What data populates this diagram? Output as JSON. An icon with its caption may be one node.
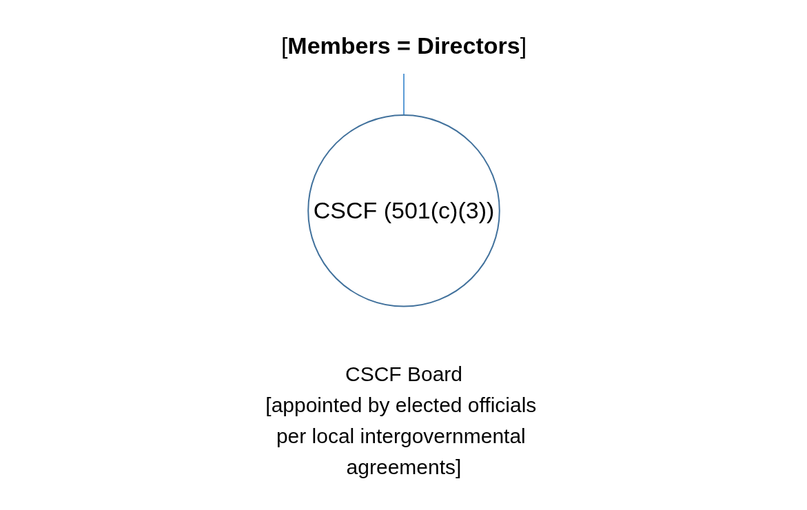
{
  "diagram": {
    "nodes": [
      {
        "text": [
          "[**Members = Directors**]"
        ]
      },
      {
        "text": [
          "CSCF (501(c)(3))"
        ],
        "beside": [
          "CSCF Board",
          "[appointed by elected officials per local intergovernmental agreements]"
        ]
      }
    ],
    "edges": [
      {
        "from": 0,
        "to": 1,
        "arrow": "none"
      }
    ]
  }
}
